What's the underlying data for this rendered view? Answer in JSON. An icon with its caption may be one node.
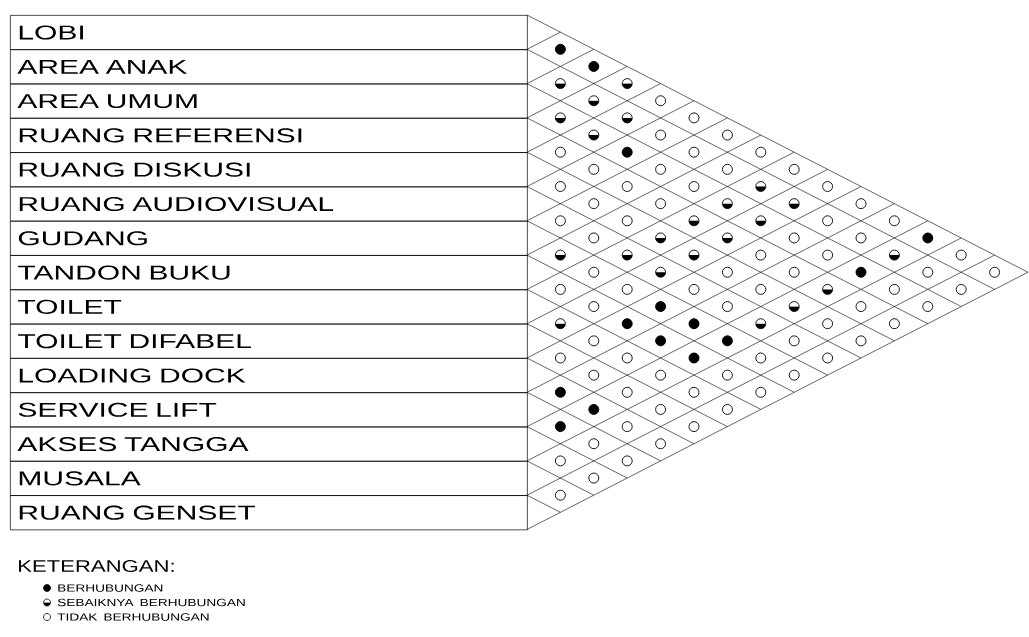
{
  "diagram": {
    "nodes": [
      {
        "text": [
          "LOBI"
        ]
      },
      {
        "text": [
          "AREA ANAK"
        ]
      },
      {
        "text": [
          "AREA UMUM"
        ]
      },
      {
        "text": [
          "RUANG REFERENSI"
        ]
      },
      {
        "text": [
          "RUANG DISKUSI"
        ]
      },
      {
        "text": [
          "RUANG AUDIOVISUAL"
        ]
      },
      {
        "text": [
          "GUDANG"
        ]
      },
      {
        "text": [
          "TANDON BUKU"
        ]
      },
      {
        "text": [
          "TOILET"
        ]
      },
      {
        "text": [
          "TOILET DIFABEL"
        ]
      },
      {
        "text": [
          "LOADING DOCK"
        ]
      },
      {
        "text": [
          "SERVICE LIFT"
        ]
      },
      {
        "text": [
          "AKSES TANGGA"
        ]
      },
      {
        "text": [
          "MUSALA"
        ]
      },
      {
        "text": [
          "RUANG GENSET"
        ]
      },
      {
        "text": [],
        "shape": "dot"
      },
      {
        "text": [],
        "shape": "dot"
      },
      {
        "text": [],
        "shape": "half-dot"
      },
      {
        "text": [],
        "shape": "half-dot"
      },
      {
        "text": [],
        "shape": "half-dot"
      },
      {
        "text": [],
        "shape": "circle"
      },
      {
        "text": [],
        "shape": "half-dot"
      },
      {
        "text": [],
        "shape": "half-dot"
      },
      {
        "text": [],
        "shape": "circle"
      },
      {
        "text": [],
        "shape": "half-dot"
      },
      {
        "text": [],
        "shape": "circle"
      },
      {
        "text": [],
        "shape": "circle"
      },
      {
        "text": [],
        "shape": "circle"
      },
      {
        "text": [],
        "shape": "dot"
      },
      {
        "text": [],
        "shape": "circle"
      },
      {
        "text": [],
        "shape": "circle"
      },
      {
        "text": [],
        "shape": "circle"
      },
      {
        "text": [],
        "shape": "circle"
      },
      {
        "text": [],
        "shape": "circle"
      },
      {
        "text": [],
        "shape": "circle"
      },
      {
        "text": [],
        "shape": "circle"
      },
      {
        "text": [],
        "shape": "circle"
      },
      {
        "text": [],
        "shape": "circle"
      },
      {
        "text": [],
        "shape": "half-dot"
      },
      {
        "text": [],
        "shape": "circle"
      },
      {
        "text": [],
        "shape": "circle"
      },
      {
        "text": [],
        "shape": "circle"
      },
      {
        "text": [],
        "shape": "half-dot"
      },
      {
        "text": [],
        "shape": "half-dot"
      },
      {
        "text": [],
        "shape": "circle"
      },
      {
        "text": [],
        "shape": "circle"
      },
      {
        "text": [],
        "shape": "circle"
      },
      {
        "text": [],
        "shape": "half-dot"
      },
      {
        "text": [],
        "shape": "half-dot"
      },
      {
        "text": [],
        "shape": "circle"
      },
      {
        "text": [],
        "shape": "circle"
      },
      {
        "text": [],
        "shape": "circle"
      },
      {
        "text": [],
        "shape": "half-dot"
      },
      {
        "text": [],
        "shape": "half-dot"
      },
      {
        "text": [],
        "shape": "circle"
      },
      {
        "text": [],
        "shape": "circle"
      },
      {
        "text": [],
        "shape": "dot"
      },
      {
        "text": [],
        "shape": "half-dot"
      },
      {
        "text": [],
        "shape": "half-dot"
      },
      {
        "text": [],
        "shape": "half-dot"
      },
      {
        "text": [],
        "shape": "circle"
      },
      {
        "text": [],
        "shape": "circle"
      },
      {
        "text": [],
        "shape": "half-dot"
      },
      {
        "text": [],
        "shape": "circle"
      },
      {
        "text": [],
        "shape": "circle"
      },
      {
        "text": [],
        "shape": "half-dot"
      },
      {
        "text": [],
        "shape": "circle"
      },
      {
        "text": [],
        "shape": "circle"
      },
      {
        "text": [],
        "shape": "dot"
      },
      {
        "text": [],
        "shape": "circle"
      },
      {
        "text": [],
        "shape": "circle"
      },
      {
        "text": [],
        "shape": "circle"
      },
      {
        "text": [],
        "shape": "circle"
      },
      {
        "text": [],
        "shape": "circle"
      },
      {
        "text": [],
        "shape": "circle"
      },
      {
        "text": [],
        "shape": "half-dot"
      },
      {
        "text": [],
        "shape": "circle"
      },
      {
        "text": [],
        "shape": "circle"
      },
      {
        "text": [],
        "shape": "circle"
      },
      {
        "text": [],
        "shape": "dot"
      },
      {
        "text": [],
        "shape": "circle"
      },
      {
        "text": [],
        "shape": "half-dot"
      },
      {
        "text": [],
        "shape": "circle"
      },
      {
        "text": [],
        "shape": "circle"
      },
      {
        "text": [],
        "shape": "half-dot"
      },
      {
        "text": [],
        "shape": "dot"
      },
      {
        "text": [],
        "shape": "dot"
      },
      {
        "text": [],
        "shape": "half-dot"
      },
      {
        "text": [],
        "shape": "circle"
      },
      {
        "text": [],
        "shape": "circle"
      },
      {
        "text": [],
        "shape": "circle"
      },
      {
        "text": [],
        "shape": "dot"
      },
      {
        "text": [],
        "shape": "dot"
      },
      {
        "text": [],
        "shape": "circle"
      },
      {
        "text": [],
        "shape": "circle"
      },
      {
        "text": [],
        "shape": "circle"
      },
      {
        "text": [],
        "shape": "circle"
      },
      {
        "text": [],
        "shape": "dot"
      },
      {
        "text": [],
        "shape": "circle"
      },
      {
        "text": [],
        "shape": "circle"
      },
      {
        "text": [],
        "shape": "circle"
      },
      {
        "text": [],
        "shape": "circle"
      },
      {
        "text": [],
        "shape": "circle"
      },
      {
        "text": [],
        "shape": "circle"
      },
      {
        "text": [],
        "shape": "dot"
      },
      {
        "text": [],
        "shape": "circle"
      },
      {
        "text": [],
        "shape": "circle"
      },
      {
        "text": [],
        "shape": "circle"
      },
      {
        "text": [],
        "shape": "dot"
      },
      {
        "text": [],
        "shape": "circle"
      },
      {
        "text": [],
        "shape": "circle"
      },
      {
        "text": [],
        "shape": "dot"
      },
      {
        "text": [],
        "shape": "circle"
      },
      {
        "text": [],
        "shape": "circle"
      },
      {
        "text": [],
        "shape": "circle"
      },
      {
        "text": [],
        "shape": "circle"
      },
      {
        "text": [],
        "shape": "circle"
      },
      {
        "text": [],
        "shape": "circle"
      },
      {
        "text": [],
        "shape": "circle"
      },
      {
        "text": [],
        "shape": "circle"
      }
    ],
    "labels": [
      "KETERANGAN:"
    ],
    "legend": [
      {
        "text": "BERHUBUNGAN"
      },
      {
        "text": "SEBAIKNYA BERHUBUNGAN"
      },
      {
        "text": "TIDAK BERHUBUNGAN"
      }
    ]
  }
}
